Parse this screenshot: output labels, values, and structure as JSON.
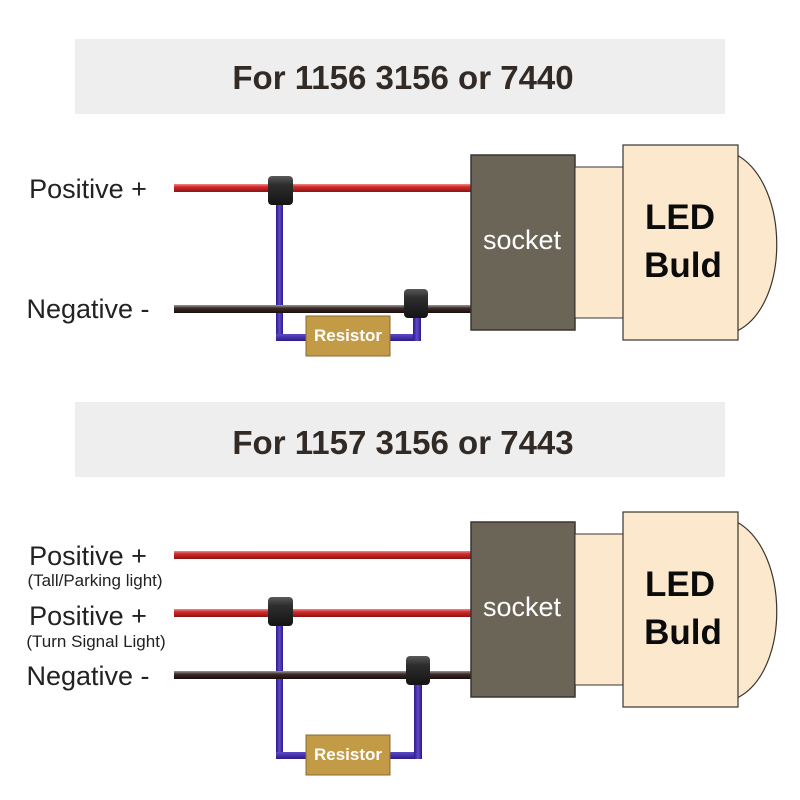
{
  "colors": {
    "title_band": "#eeeeee",
    "positive_wire": "#cc2a2a",
    "negative_wire": "#2a1a18",
    "jumper_wire": "#5038b0",
    "connector": "#2e2e2e",
    "resistor": "#c39a45",
    "socket": "#6b6557",
    "bulb": "#fbe8cd"
  },
  "sections": [
    {
      "title": "For 1156 3156 or 7440",
      "wires": [
        {
          "label": "Positive +",
          "sublabel": "",
          "type": "positive"
        },
        {
          "label": "Negative -",
          "sublabel": "",
          "type": "negative"
        }
      ],
      "resistor_label": "Resistor",
      "socket_label": "socket",
      "bulb_label_line1": "LED",
      "bulb_label_line2": "Buld"
    },
    {
      "title": "For 1157 3156 or 7443",
      "wires": [
        {
          "label": "Positive +",
          "sublabel": "(Tall/Parking light)",
          "type": "positive"
        },
        {
          "label": "Positive +",
          "sublabel": "(Turn Signal Light)",
          "type": "positive"
        },
        {
          "label": "Negative -",
          "sublabel": "",
          "type": "negative"
        }
      ],
      "resistor_label": "Resistor",
      "socket_label": "socket",
      "bulb_label_line1": "LED",
      "bulb_label_line2": "Buld"
    }
  ]
}
